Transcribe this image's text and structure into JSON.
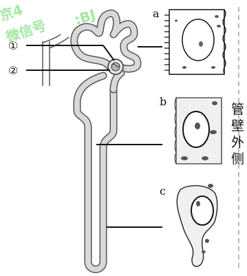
{
  "watermark": {
    "line1": "京4",
    "line2": ":BJ_",
    "line3": "微信号"
  },
  "labels": {
    "marker_1": "①",
    "marker_2": "②",
    "cell_a": "a",
    "cell_b": "b",
    "cell_c": "c"
  },
  "side_caption": [
    "管",
    "壁",
    "外",
    "侧"
  ],
  "colors": {
    "tube_fill": "#d9d9d9",
    "tube_stroke": "#555555",
    "cell_outline": "#111111"
  }
}
